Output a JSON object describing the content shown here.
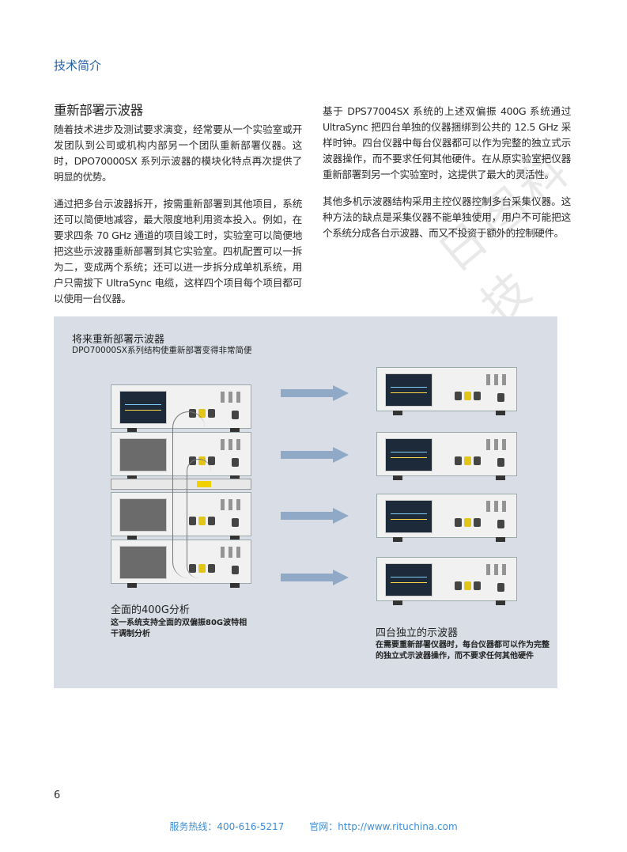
{
  "section_title": "技术简介",
  "left_column": {
    "heading": "重新部署示波器",
    "paragraphs": [
      "随着技术进步及测试要求演变，经常要从一个实验室或开发团队到公司或机构内部另一个团队重新部署仪器。这时，DPO70000SX 系列示波器的模块化特点再次提供了明显的优势。",
      "通过把多台示波器拆开，按需重新部署到其他项目，系统还可以简便地减容，最大限度地利用资本投入。例如，在要求四条 70 GHz 通道的项目竣工时，实验室可以简便地把这些示波器重新部署到其它实验室。四机配置可以一拆为二，变成两个系统；还可以进一步拆分成单机系统，用户只需拔下 UltraSync 电缆，这样四个项目每个项目都可以使用一台仪器。"
    ]
  },
  "right_column": {
    "paragraphs": [
      "基于 DPS77004SX 系统的上述双偏振 400G 系统通过 UltraSync 把四台单独的仪器捆绑到公共的 12.5 GHz 采样时钟。四台仪器中每台仪器都可以作为完整的独立式示波器操作，而不要求任何其他硬件。在从原实验室把仪器重新部署到另一个实验室时，这提供了最大的灵活性。",
      "其他多机示波器结构采用主控仪器控制多台采集仪器。这种方法的缺点是采集仪器不能单独使用，用户不可能把这个系统分成各台示波器、而又不投资于额外的控制硬件。"
    ]
  },
  "figure": {
    "title": "将来重新部署示波器",
    "subtitle": "DPO70000SX系列结构使重新部署变得非常简便",
    "left_caption_title": "全面的400G分析",
    "left_caption": "这一系统支持全面的双偏振80G波特相干调制分析",
    "right_caption_title": "四台独立的示波器",
    "right_caption": "在需要重新部署仪器时，每台仪器都可以作为完整的独立式示波器操作，而不要求任何其他硬件"
  },
  "watermark": "日图科技",
  "page_number": "6",
  "footer": {
    "hotline": "服务热线：400-616-5217",
    "website": "官网：http://www.rituchina.com"
  },
  "colors": {
    "accent": "#1f5fa8",
    "figure_bg": "#d9dee6",
    "arrow": "#8fa9c6",
    "footer": "#3a8ed8"
  }
}
